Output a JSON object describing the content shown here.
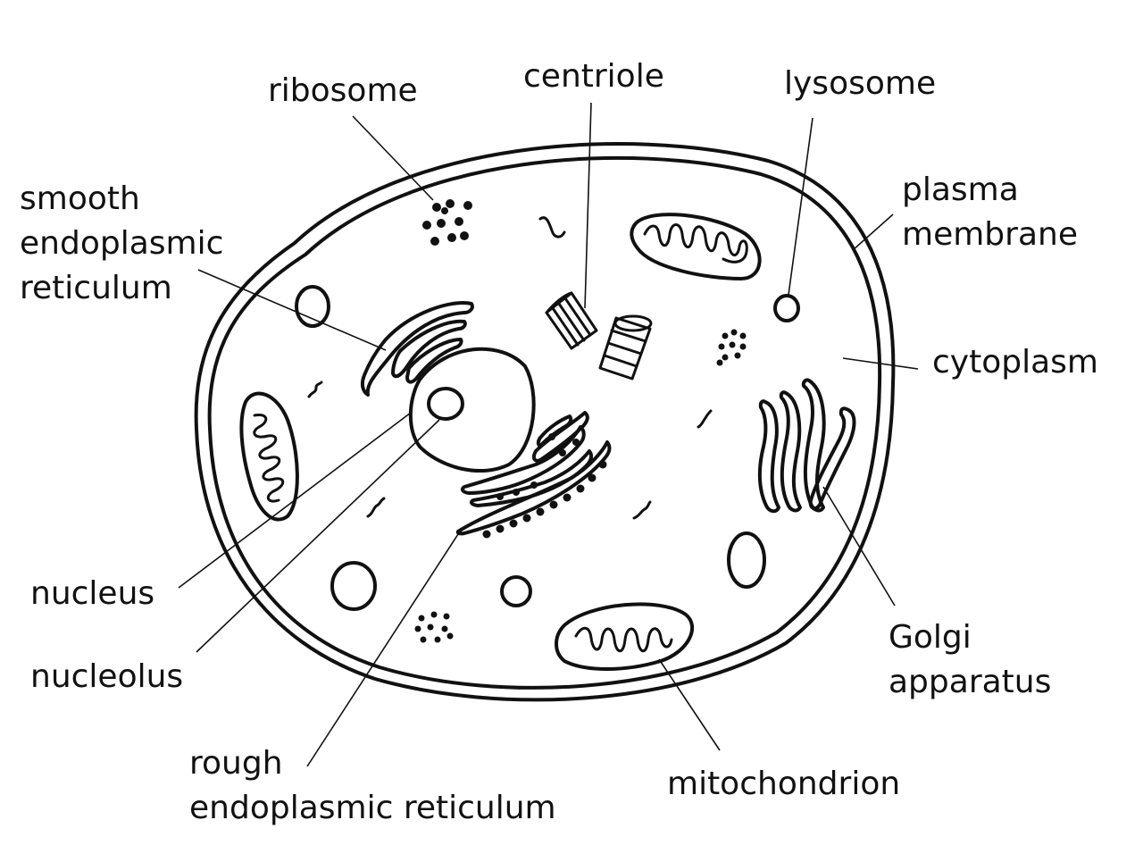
{
  "labels": {
    "ribosome": "ribosome",
    "centriole": "centriole",
    "lysosome": "lysosome",
    "smooth_er": [
      "smooth",
      "endoplasmic",
      "reticulum"
    ],
    "plasma_membrane": [
      "plasma",
      "membrane"
    ],
    "cytoplasm": "cytoplasm",
    "nucleus": "nucleus",
    "nucleolus": "nucleolus",
    "golgi": [
      "Golgi",
      "apparatus"
    ],
    "rough_er": [
      "rough",
      "endoplasmic reticulum"
    ],
    "mitochondrion": "mitochondrion"
  },
  "colors": {
    "ink": "#111111",
    "background": "#ffffff"
  }
}
